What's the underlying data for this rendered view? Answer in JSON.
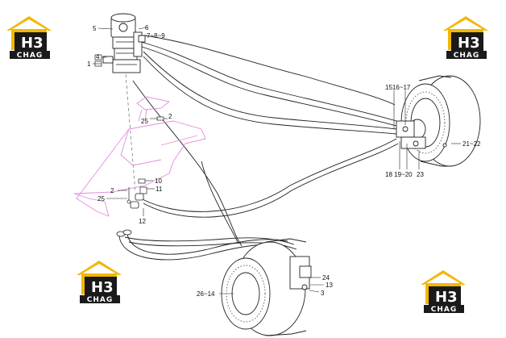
{
  "logo": {
    "mark": "H3",
    "word": "CHAG",
    "colors": {
      "roof": "#f2b705",
      "dark": "#1a1a1a",
      "light": "#ffffff"
    }
  },
  "labels": {
    "l5": "5",
    "l6": "6",
    "l789": "7~8~9",
    "l4": "4",
    "l1": "1",
    "l2a": "2",
    "l25a": "25",
    "l10": "10",
    "l11": "11",
    "l2b": "2",
    "l25b": "25",
    "l12": "12",
    "l1516_17": "1516~17",
    "l21_22": "21~22",
    "l18_20": "18 19~20",
    "l23": "23",
    "l24": "24",
    "l13": "13",
    "l3": "3",
    "l26_14": "26~14"
  },
  "colors": {
    "line": "#222222",
    "pink": "#e58be0",
    "hatch": "#555555"
  }
}
